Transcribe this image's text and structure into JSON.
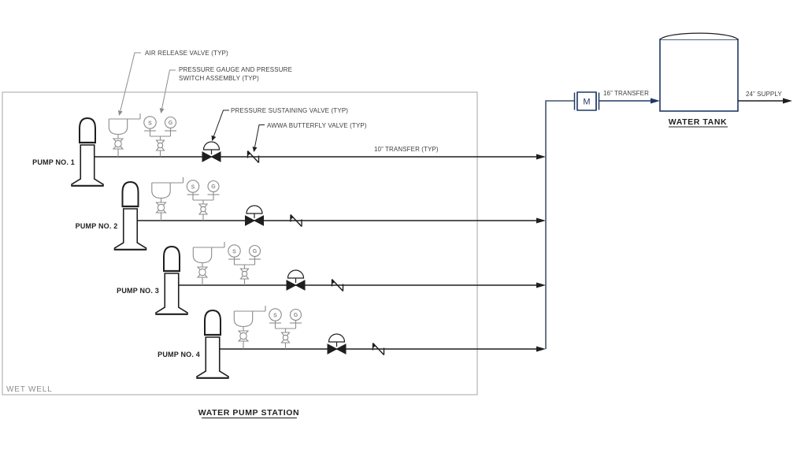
{
  "diagram": {
    "station_title": "WATER PUMP STATION",
    "wet_well_label": "WET WELL",
    "tank_label": "WATER TANK",
    "meter_letter": "M",
    "pumps": [
      {
        "label": "PUMP NO. 1"
      },
      {
        "label": "PUMP NO. 2"
      },
      {
        "label": "PUMP NO. 3"
      },
      {
        "label": "PUMP NO. 4"
      }
    ],
    "instrument_letters": {
      "switch": "S",
      "gauge": "G"
    },
    "annotations": {
      "air_release": "AIR RELEASE VALVE (TYP)",
      "pressure_gauge_line1": "PRESSURE GAUGE AND PRESSURE",
      "pressure_gauge_line2": "SWITCH ASSEMBLY (TYP)",
      "pressure_sustaining": "PRESSURE SUSTAINING VALVE (TYP)",
      "butterfly": "AWWA BUTTERFLY VALVE (TYP)"
    },
    "pipe_labels": {
      "transfer_10": "10” TRANSFER (TYP)",
      "transfer_16": "16” TRANSFER",
      "supply_24": "24” SUPPLY"
    },
    "colors": {
      "line_black": "#1f1f1f",
      "instrument_gray": "#8c8c8c",
      "boundary_gray": "#a6a6a6",
      "navy": "#1f3864",
      "slate": "#44546a"
    }
  }
}
